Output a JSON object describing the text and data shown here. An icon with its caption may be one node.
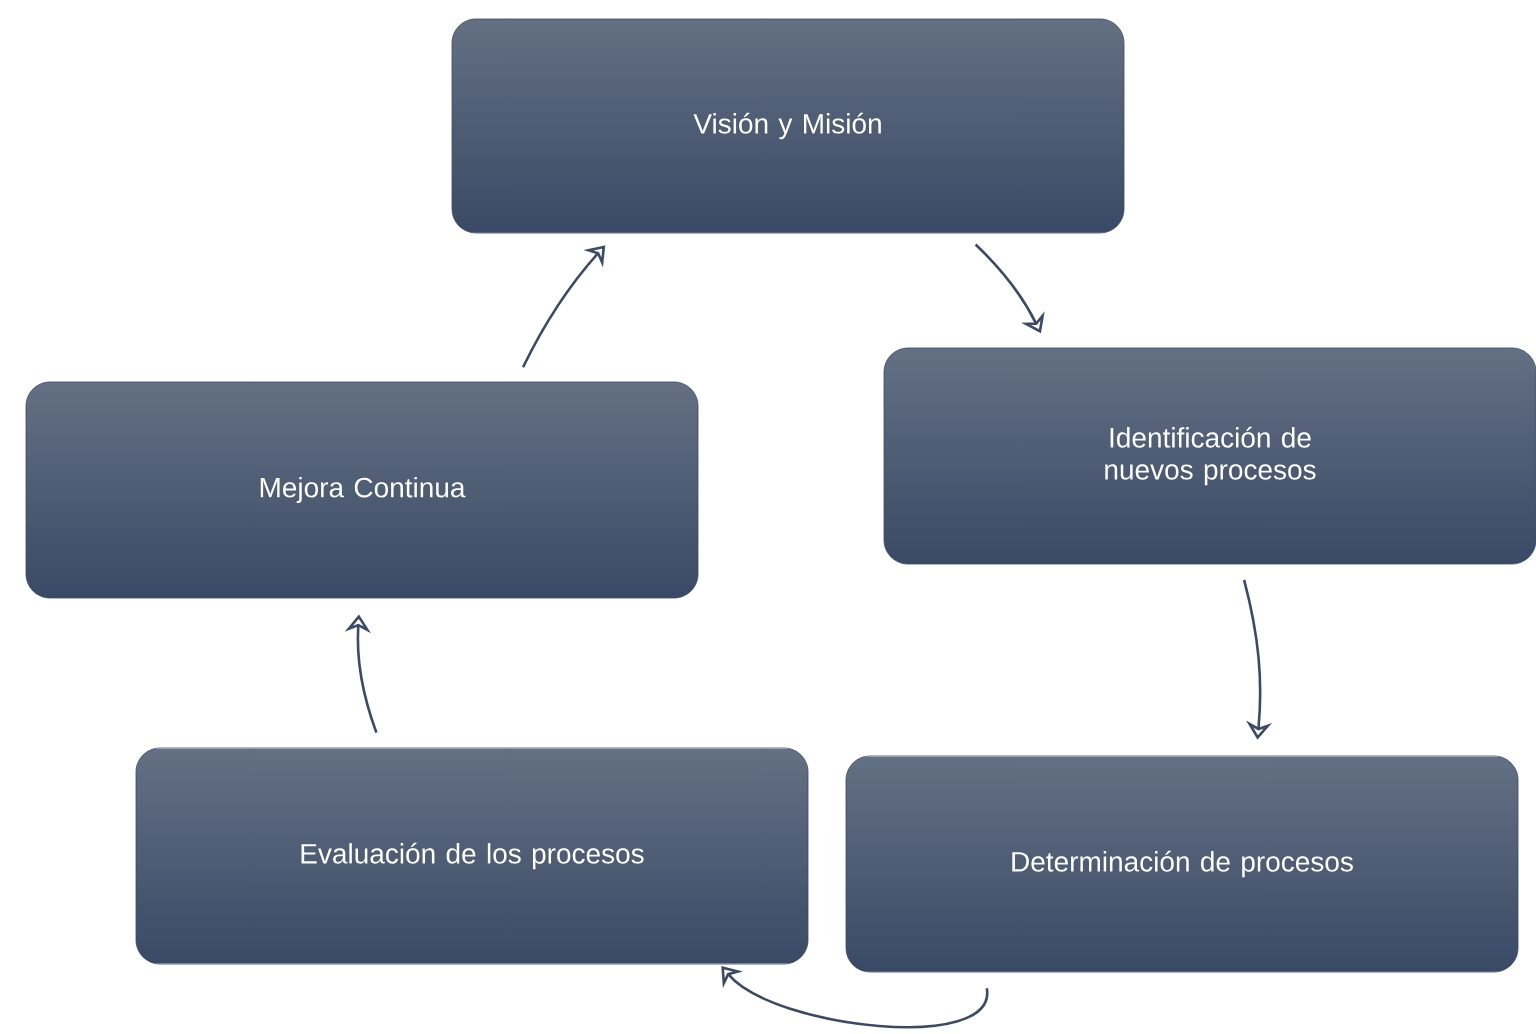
{
  "diagram": {
    "nodes": [
      {
        "text": [
          "Visión y Misión"
        ]
      },
      {
        "text": [
          "Identificación de nuevos procesos"
        ]
      },
      {
        "text": [
          "Determinación de procesos"
        ]
      },
      {
        "text": [
          "Evaluación de los procesos"
        ]
      },
      {
        "text": [
          "Mejora Continua"
        ]
      }
    ],
    "edges": [
      {
        "from": 0,
        "to": 1,
        "arrow": "to"
      },
      {
        "from": 1,
        "to": 2,
        "arrow": "to"
      },
      {
        "from": 2,
        "to": 3,
        "arrow": "to"
      },
      {
        "from": 3,
        "to": 4,
        "arrow": "to"
      },
      {
        "from": 4,
        "to": 0,
        "arrow": "to"
      }
    ]
  }
}
